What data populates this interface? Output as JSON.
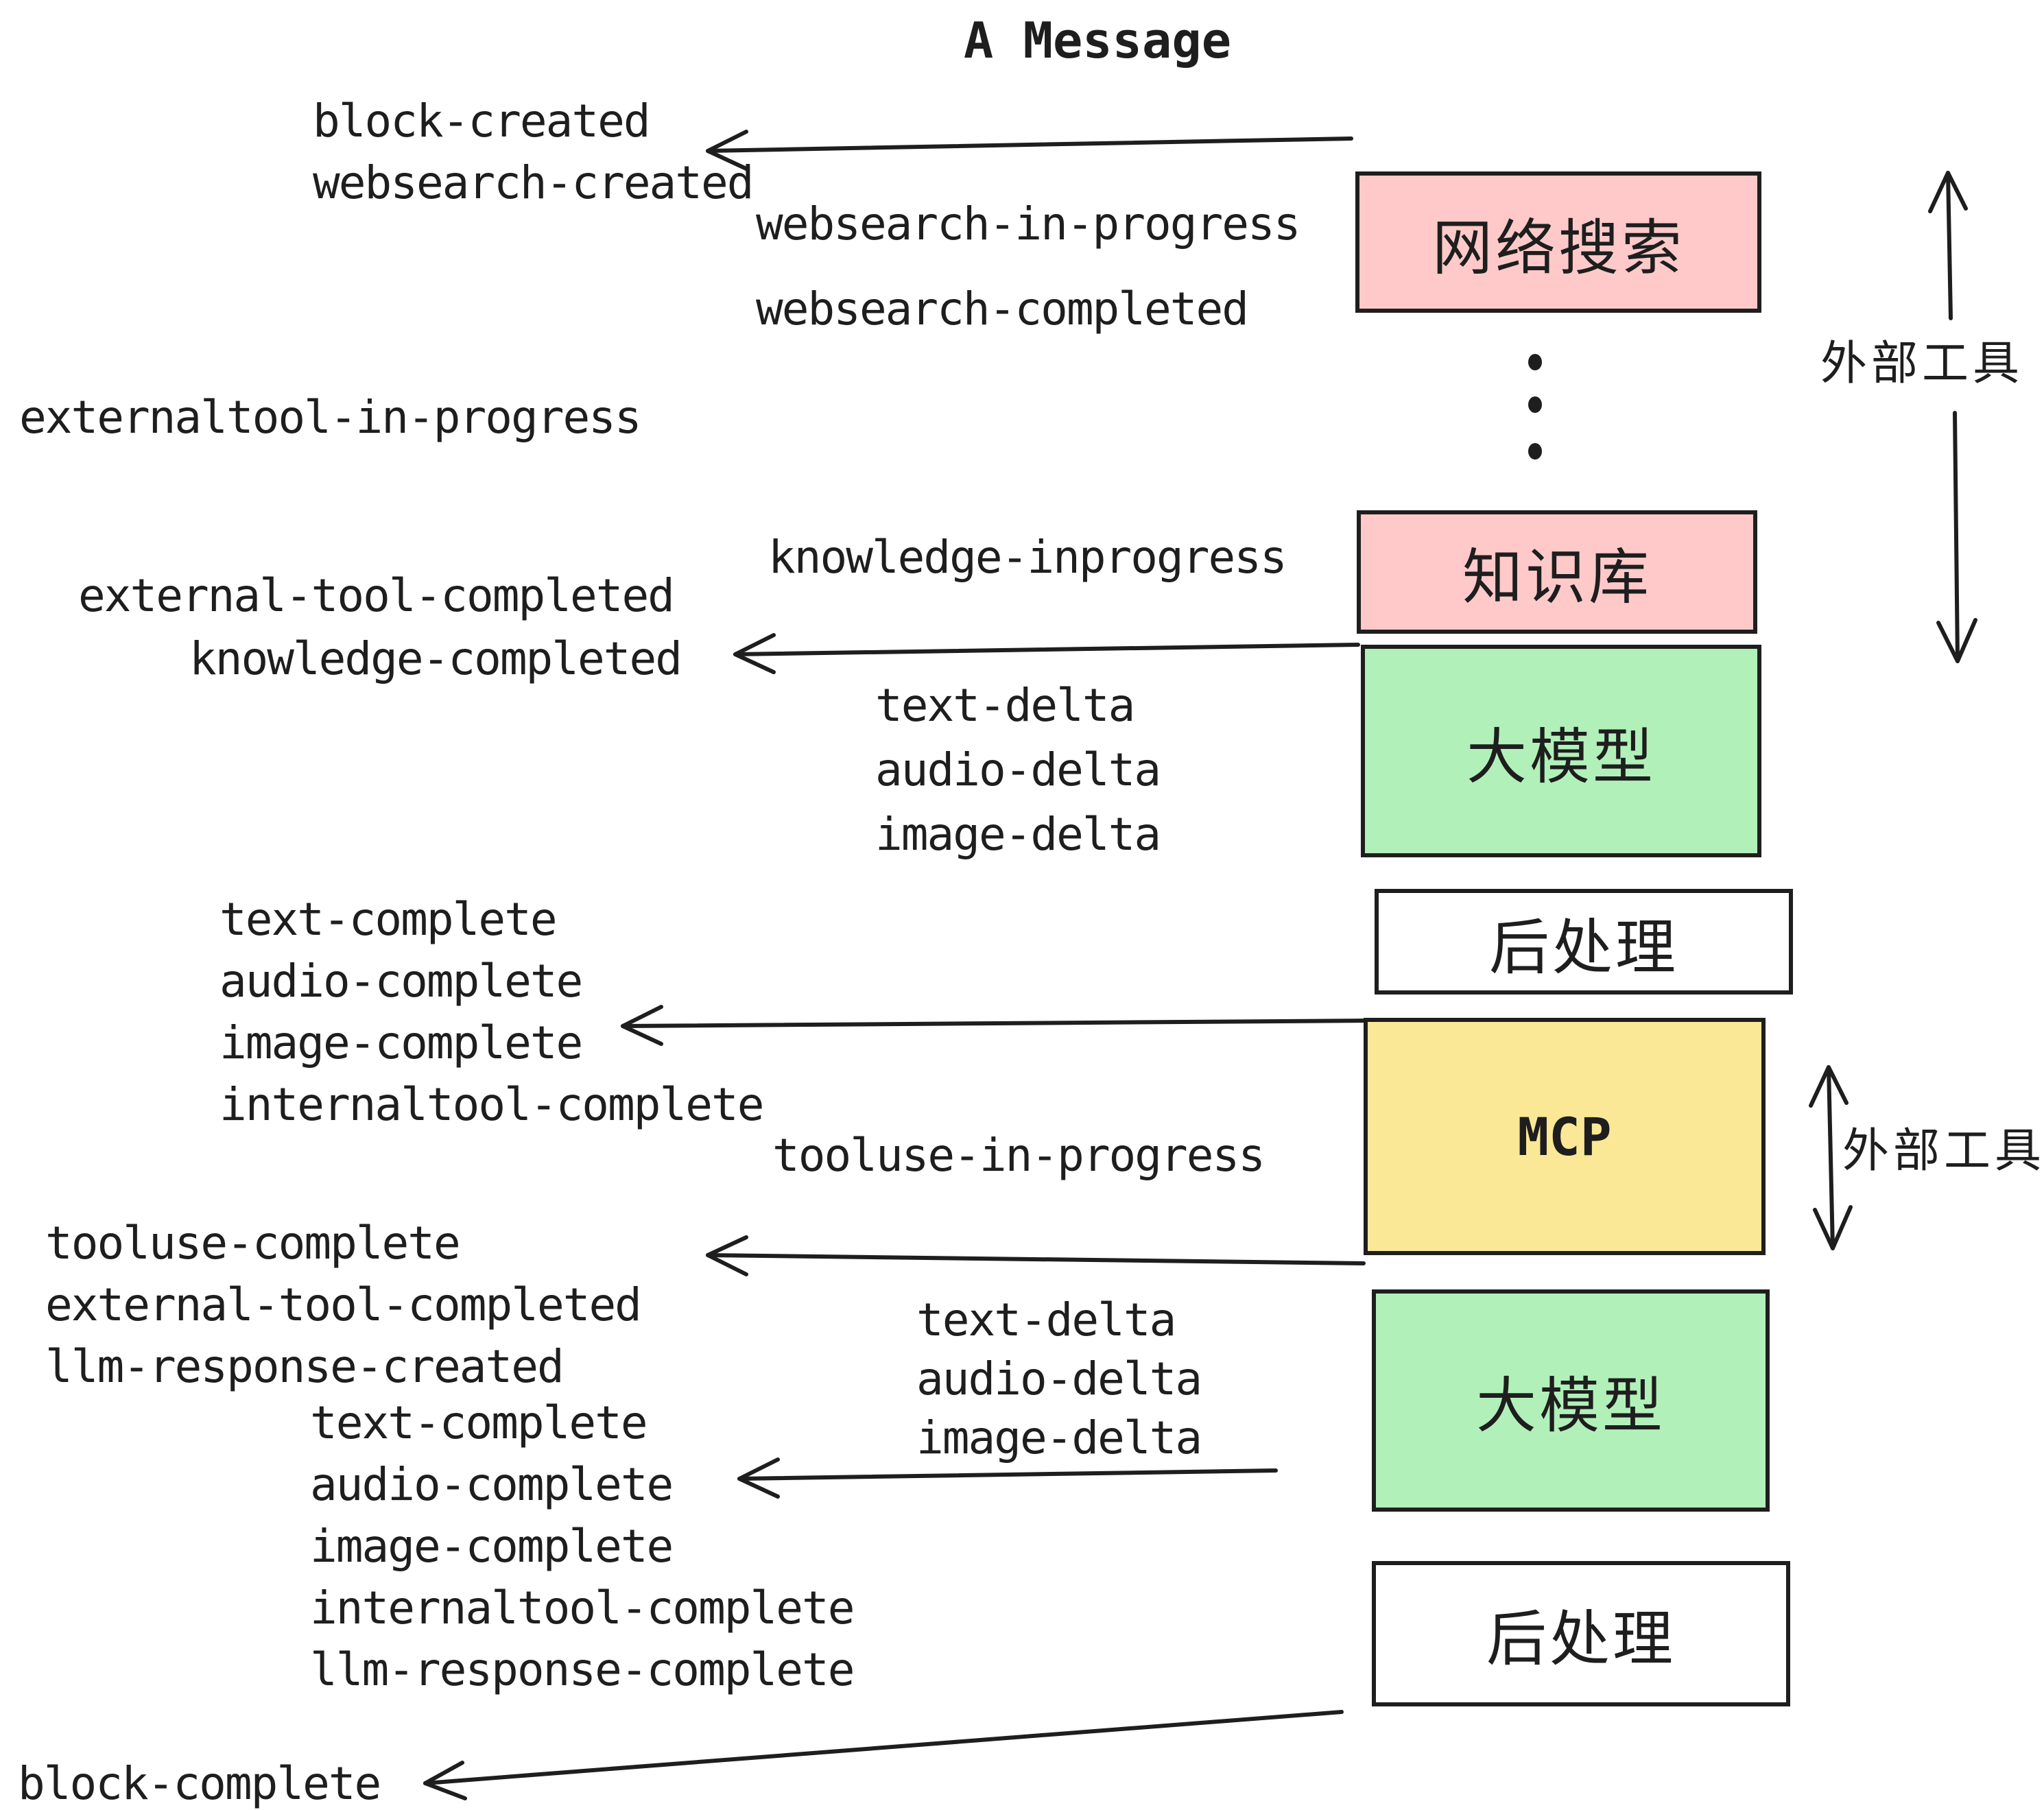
{
  "title": "A Message",
  "colors": {
    "box_pink": "#ffc9c9",
    "box_green": "#b2f0ba",
    "box_yellow": "#fbe896",
    "box_white": "#ffffff",
    "ink": "#1e1e1e",
    "background": "#ffffff"
  },
  "boxes": [
    {
      "id": "websearch",
      "label": "网络搜索",
      "color": "pink"
    },
    {
      "id": "knowledge",
      "label": "知识库",
      "color": "pink"
    },
    {
      "id": "llm-1",
      "label": "大模型",
      "color": "green"
    },
    {
      "id": "post-1",
      "label": "后处理",
      "color": "white"
    },
    {
      "id": "mcp",
      "label": "MCP",
      "color": "yellow"
    },
    {
      "id": "llm-2",
      "label": "大模型",
      "color": "green"
    },
    {
      "id": "post-2",
      "label": "后处理",
      "color": "white"
    }
  ],
  "side_labels": {
    "external_tools_top": "外部工具",
    "external_tools_bottom": "外部工具"
  },
  "events": {
    "block_created": "block-created",
    "websearch_created": "websearch-created",
    "websearch_in_progress": "websearch-in-progress",
    "websearch_completed": "websearch-completed",
    "externaltool_in_progress": "externaltool-in-progress",
    "knowledge_inprogress": "knowledge-inprogress",
    "external_tool_completed_1": "external-tool-completed",
    "knowledge_completed": "knowledge-completed",
    "text_delta_1": "text-delta",
    "audio_delta_1": "audio-delta",
    "image_delta_1": "image-delta",
    "text_complete_1": "text-complete",
    "audio_complete_1": "audio-complete",
    "image_complete_1": "image-complete",
    "internaltool_complete_1": "internaltool-complete",
    "tooluse_in_progress": "tooluse-in-progress",
    "tooluse_complete": "tooluse-complete",
    "external_tool_completed_2": "external-tool-completed",
    "llm_response_created": "llm-response-created",
    "text_delta_2": "text-delta",
    "audio_delta_2": "audio-delta",
    "image_delta_2": "image-delta",
    "text_complete_2": "text-complete",
    "audio_complete_2": "audio-complete",
    "image_complete_2": "image-complete",
    "internaltool_complete_2": "internaltool-complete",
    "llm_response_complete": "llm-response-complete",
    "block_complete": "block-complete"
  }
}
